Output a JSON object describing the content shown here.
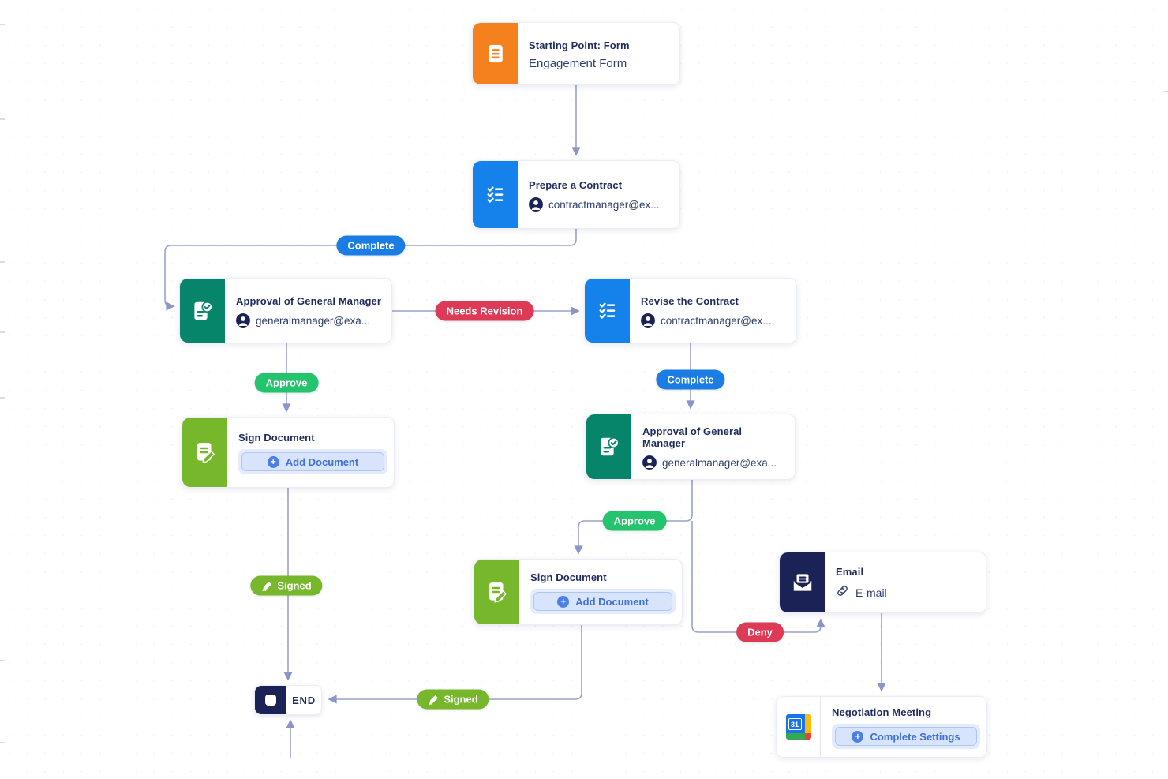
{
  "canvas": {
    "background": "#ffffff",
    "edge_color": "#99a1ce",
    "arrow_color": "#8c94c8"
  },
  "nodes": {
    "start_form": {
      "title": "Starting Point: Form",
      "subtitle": "Engagement Form",
      "icon": "form-icon",
      "color": "#f5801e"
    },
    "prepare_contract": {
      "title": "Prepare a Contract",
      "assignee": "contractmanager@ex...",
      "icon": "checklist-icon",
      "color": "#1482ea"
    },
    "approval_gm_1": {
      "title": "Approval of General Manager",
      "assignee": "generalmanager@exa...",
      "icon": "approval-icon",
      "color": "#07856a"
    },
    "revise_contract": {
      "title": "Revise the Contract",
      "assignee": "contractmanager@ex...",
      "icon": "checklist-icon",
      "color": "#1482ea"
    },
    "sign_document_1": {
      "title": "Sign Document",
      "button_label": "Add Document",
      "icon": "sign-icon",
      "color": "#76b72b"
    },
    "approval_gm_2": {
      "title": "Approval of General Manager",
      "assignee": "generalmanager@exa...",
      "icon": "approval-icon",
      "color": "#07856a"
    },
    "sign_document_2": {
      "title": "Sign Document",
      "button_label": "Add Document",
      "icon": "sign-icon",
      "color": "#76b72b"
    },
    "email": {
      "title": "Email",
      "link_label": "E-mail",
      "icon": "email-icon",
      "color": "#1b2255"
    },
    "negotiation_meeting": {
      "title": "Negotiation Meeting",
      "button_label": "Complete Settings",
      "icon": "google-calendar-icon",
      "calendar_day": "31"
    },
    "end": {
      "label": "END",
      "icon": "stop-icon",
      "color": "#1b2255"
    }
  },
  "badges": {
    "complete_1": {
      "label": "Complete",
      "color": "#1b7ce4"
    },
    "needs_revision": {
      "label": "Needs Revision",
      "color": "#dc3a55"
    },
    "approve_1": {
      "label": "Approve",
      "color": "#24c36d"
    },
    "complete_2": {
      "label": "Complete",
      "color": "#1b7ce4"
    },
    "approve_2": {
      "label": "Approve",
      "color": "#24c36d"
    },
    "deny": {
      "label": "Deny",
      "color": "#dc3a55"
    },
    "signed_1": {
      "label": "Signed",
      "color": "#76b72b",
      "icon": "pen-icon"
    },
    "signed_2": {
      "label": "Signed",
      "color": "#76b72b",
      "icon": "pen-icon"
    }
  }
}
